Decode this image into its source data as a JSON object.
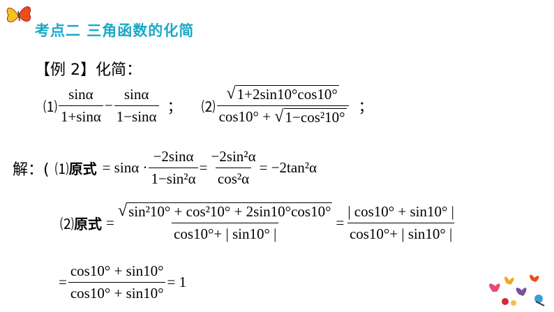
{
  "title": "考点二 三角函数的化简",
  "example": "【例 2】化简：",
  "problems": {
    "p1_label": "⑴",
    "p1_frac1_num": "sinα",
    "p1_frac1_den": "1+sinα",
    "p1_minus": "−",
    "p1_frac2_num": "sinα",
    "p1_frac2_den": "1−sinα",
    "sep1": "；",
    "p2_label": "⑵",
    "p2_num_rad": "1+2sin10°cos10°",
    "p2_den_a": "cos10° +",
    "p2_den_rad": "1−cos²10°",
    "sep2": "；"
  },
  "solution": {
    "head": "解：(",
    "s1_label": "⑴",
    "s1_yuanshi": "原式",
    "s1_eq": "= sinα ·",
    "s1_f1_num": "−2sinα",
    "s1_f1_den": "1−sin²α",
    "s1_eq2": "=",
    "s1_f2_num": "−2sin²α",
    "s1_f2_den": "cos²α",
    "s1_result": "= −2tan²α",
    "s2_label": "⑵",
    "s2_yuanshi": "原式",
    "s2_eq": "=",
    "s2_f1_num": "sin²10° + cos²10° + 2sin10°cos10°",
    "s2_f1_den": "cos10°+ | sin10° |",
    "s2_eq2": "=",
    "s2_f2_num": "| cos10° + sin10° |",
    "s2_f2_den": "cos10°+ | sin10° |",
    "s3_eq": "=",
    "s3_f_num": "cos10° + sin10°",
    "s3_f_den": "cos10° + sin10°",
    "s3_result": "= 1"
  },
  "decor": {
    "butterfly_top": "butterfly-icon",
    "butterflies_bottom": "butterflies-flowers-icon"
  }
}
